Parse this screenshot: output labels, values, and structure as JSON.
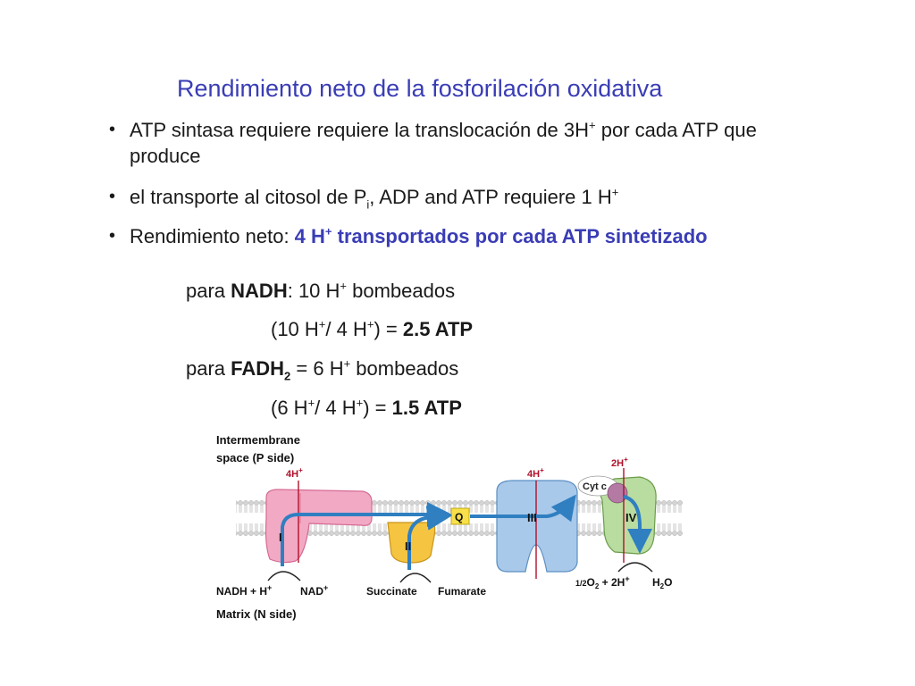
{
  "title": "Rendimiento neto de la fosforilación oxidativa",
  "bullets": {
    "b1_pre": "ATP sintasa requiere requiere la translocación de 3H",
    "b1_sup": "+",
    "b1_post": " por cada ATP que",
    "b1_line2": "produce",
    "b2_pre": "el transporte al citosol de P",
    "b2_sub": "i",
    "b2_post": ", ADP and ATP requiere 1 H",
    "b2_sup": "+",
    "b3_pre": "Rendimiento neto:  ",
    "b3_bold1": "4 H",
    "b3_sup": "+",
    "b3_bold2": " transportados por cada ATP sintetizado"
  },
  "calc": {
    "nadh_pre": "para ",
    "nadh_bold": "NADH",
    "nadh_post": ":  10 H",
    "nadh_sup": "+",
    "nadh_tail": " bombeados",
    "nadh_eq_a": "(10 H",
    "nadh_eq_b": "/ 4 H",
    "nadh_eq_c": ") = ",
    "nadh_result": "2.5  ATP",
    "fadh_pre": "para ",
    "fadh_bold": "FADH",
    "fadh_sub": "2",
    "fadh_post": " = 6 H",
    "fadh_tail": "  bombeados",
    "fadh_eq_a": "(6 H",
    "fadh_eq_b": "/ 4 H",
    "fadh_eq_c": ") = ",
    "fadh_result": "1.5  ATP",
    "plus": "+"
  },
  "diagram": {
    "p_side_1": "Intermembrane",
    "p_side_2": "space (P side)",
    "h4_1": "4H",
    "h4_2": "4H",
    "h2": "2H",
    "plus": "+",
    "cytc": "Cyt c",
    "q": "Q",
    "c1": "I",
    "c2": "II",
    "c3": "III",
    "c4": "IV",
    "nadh": "NADH + H",
    "nad": "NAD",
    "succinate": "Succinate",
    "fumarate": "Fumarate",
    "o2_half": "1/2",
    "o2": "O",
    "o2_sub": "2",
    "o2_tail": " + 2H",
    "h2o": "H",
    "h2o_sub": "2",
    "h2o_tail": "O",
    "n_side": "Matrix (N side)"
  },
  "colors": {
    "title": "#3a3db5",
    "complexI": "#f2a9c4",
    "complexII": "#f5c542",
    "complexIII": "#a9c9ea",
    "complexIV": "#b9dca0",
    "arrow": "#2f7fc1",
    "proton": "#b0102a"
  }
}
